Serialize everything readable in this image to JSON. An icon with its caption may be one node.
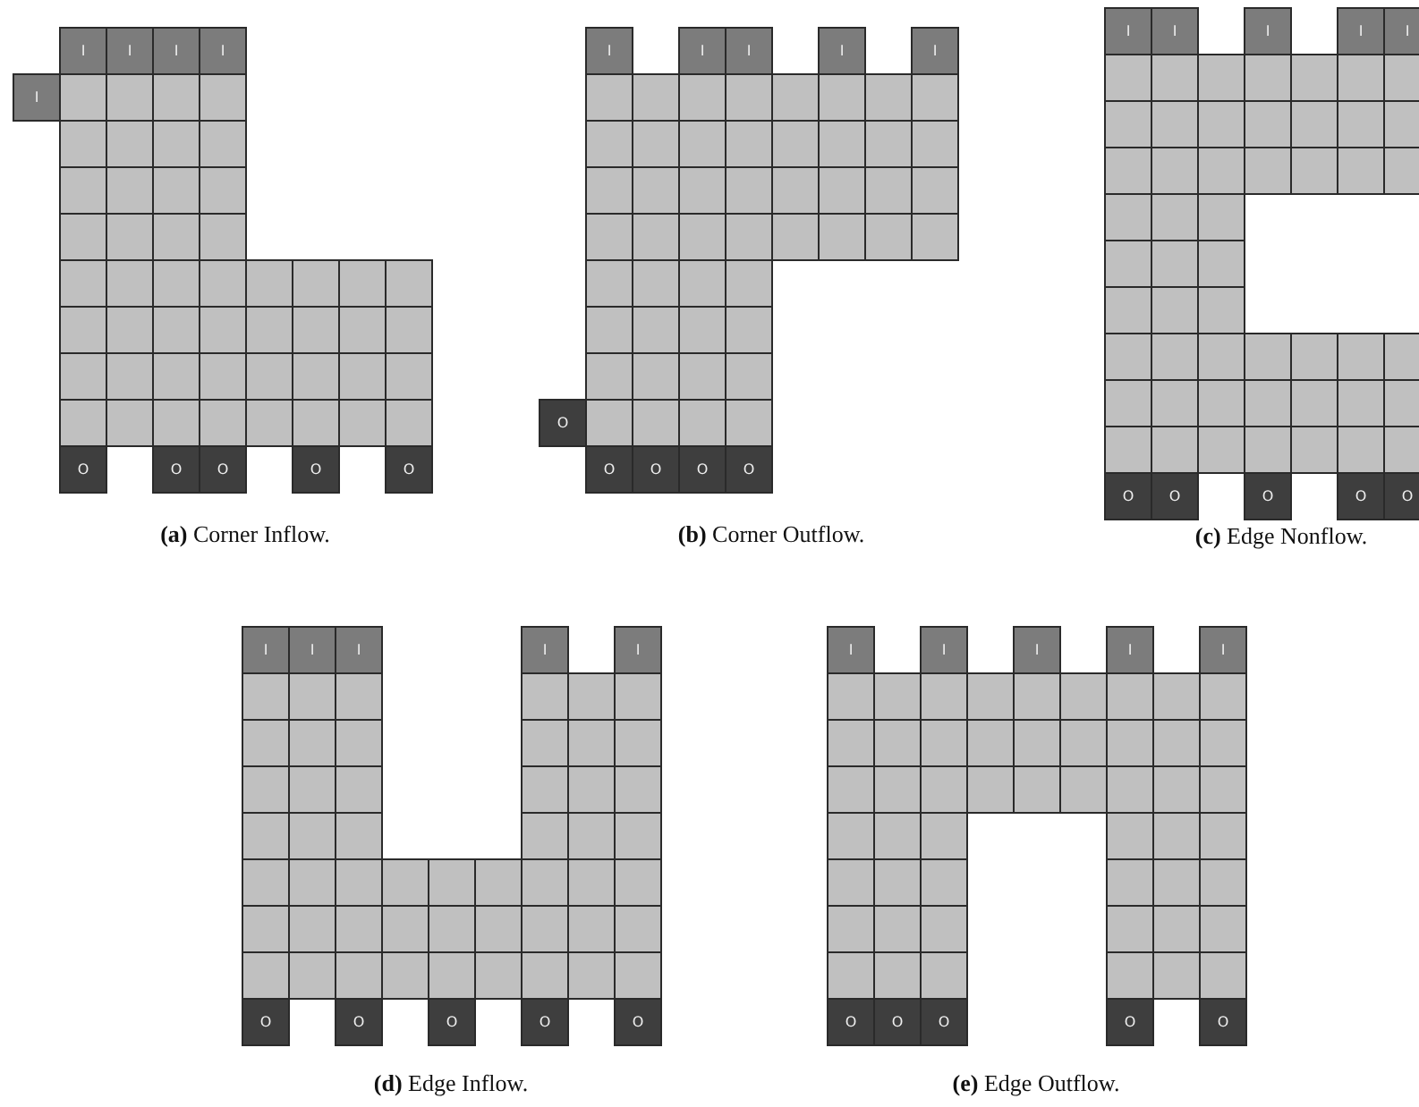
{
  "diagram": {
    "nodes": [
      {
        "text": [
          "I"
        ]
      },
      {
        "text": [
          "I"
        ]
      },
      {
        "text": [
          "I"
        ]
      },
      {
        "text": [
          "I"
        ]
      },
      {
        "text": [
          "I"
        ]
      },
      {
        "text": [],
        "shape": "box"
      },
      {
        "text": [],
        "shape": "box"
      },
      {
        "text": [],
        "shape": "box"
      },
      {
        "text": [],
        "shape": "box"
      },
      {
        "text": [],
        "shape": "box"
      },
      {
        "text": [],
        "shape": "box"
      },
      {
        "text": [],
        "shape": "box"
      },
      {
        "text": [],
        "shape": "box"
      },
      {
        "text": [],
        "shape": "box"
      },
      {
        "text": [],
        "shape": "box"
      },
      {
        "text": [],
        "shape": "box"
      },
      {
        "text": [],
        "shape": "box"
      },
      {
        "text": [],
        "shape": "box"
      },
      {
        "text": [],
        "shape": "box"
      },
      {
        "text": [],
        "shape": "box"
      },
      {
        "text": [],
        "shape": "box"
      },
      {
        "text": [],
        "shape": "box"
      },
      {
        "text": [],
        "shape": "box"
      },
      {
        "text": [],
        "shape": "box"
      },
      {
        "text": [],
        "shape": "box"
      },
      {
        "text": [],
        "shape": "box"
      },
      {
        "text": [],
        "shape": "box"
      },
      {
        "text": [],
        "shape": "box"
      },
      {
        "text": [],
        "shape": "box"
      },
      {
        "text": [],
        "shape": "box"
      },
      {
        "text": [],
        "shape": "box"
      },
      {
        "text": [],
        "shape": "box"
      },
      {
        "text": [],
        "shape": "box"
      },
      {
        "text": [],
        "shape": "box"
      },
      {
        "text": [],
        "shape": "box"
      },
      {
        "text": [],
        "shape": "box"
      },
      {
        "text": [],
        "shape": "box"
      },
      {
        "text": [],
        "shape": "box"
      },
      {
        "text": [],
        "shape": "box"
      },
      {
        "text": [],
        "shape": "box"
      },
      {
        "text": [],
        "shape": "box"
      },
      {
        "text": [],
        "shape": "box"
      },
      {
        "text": [],
        "shape": "box"
      },
      {
        "text": [],
        "shape": "box"
      },
      {
        "text": [],
        "shape": "box"
      },
      {
        "text": [],
        "shape": "box"
      },
      {
        "text": [],
        "shape": "box"
      },
      {
        "text": [],
        "shape": "box"
      },
      {
        "text": [],
        "shape": "box"
      },
      {
        "text": [],
        "shape": "box"
      },
      {
        "text": [],
        "shape": "box"
      },
      {
        "text": [],
        "shape": "box"
      },
      {
        "text": [],
        "shape": "box"
      },
      {
        "text": [
          "O"
        ]
      },
      {
        "text": [
          "O"
        ]
      },
      {
        "text": [
          "O"
        ]
      },
      {
        "text": [
          "O"
        ]
      },
      {
        "text": [
          "O"
        ]
      },
      {
        "text": [
          "I"
        ]
      },
      {
        "text": [
          "I"
        ]
      },
      {
        "text": [
          "I"
        ]
      },
      {
        "text": [
          "I"
        ]
      },
      {
        "text": [
          "I"
        ]
      },
      {
        "text": [],
        "shape": "box"
      },
      {
        "text": [],
        "shape": "box"
      },
      {
        "text": [],
        "shape": "box"
      },
      {
        "text": [],
        "shape": "box"
      },
      {
        "text": [],
        "shape": "box"
      },
      {
        "text": [],
        "shape": "box"
      },
      {
        "text": [],
        "shape": "box"
      },
      {
        "text": [],
        "shape": "box"
      },
      {
        "text": [],
        "shape": "box"
      },
      {
        "text": [],
        "shape": "box"
      },
      {
        "text": [],
        "shape": "box"
      },
      {
        "text": [],
        "shape": "box"
      },
      {
        "text": [],
        "shape": "box"
      },
      {
        "text": [],
        "shape": "box"
      },
      {
        "text": [],
        "shape": "box"
      },
      {
        "text": [],
        "shape": "box"
      },
      {
        "text": [],
        "shape": "box"
      },
      {
        "text": [],
        "shape": "box"
      },
      {
        "text": [],
        "shape": "box"
      },
      {
        "text": [],
        "shape": "box"
      },
      {
        "text": [],
        "shape": "box"
      },
      {
        "text": [],
        "shape": "box"
      },
      {
        "text": [],
        "shape": "box"
      },
      {
        "text": [],
        "shape": "box"
      },
      {
        "text": [],
        "shape": "box"
      },
      {
        "text": [],
        "shape": "box"
      },
      {
        "text": [],
        "shape": "box"
      },
      {
        "text": [],
        "shape": "box"
      },
      {
        "text": [],
        "shape": "box"
      },
      {
        "text": [],
        "shape": "box"
      },
      {
        "text": [],
        "shape": "box"
      },
      {
        "text": [],
        "shape": "box"
      },
      {
        "text": [],
        "shape": "box"
      },
      {
        "text": [],
        "shape": "box"
      },
      {
        "text": [],
        "shape": "box"
      },
      {
        "text": [],
        "shape": "box"
      },
      {
        "text": [],
        "shape": "box"
      },
      {
        "text": [],
        "shape": "box"
      },
      {
        "text": [],
        "shape": "box"
      },
      {
        "text": [],
        "shape": "box"
      },
      {
        "text": [],
        "shape": "box"
      },
      {
        "text": [],
        "shape": "box"
      },
      {
        "text": [],
        "shape": "box"
      },
      {
        "text": [],
        "shape": "box"
      },
      {
        "text": [
          "O"
        ]
      },
      {
        "text": [],
        "shape": "box"
      },
      {
        "text": [],
        "shape": "box"
      },
      {
        "text": [],
        "shape": "box"
      },
      {
        "text": [],
        "shape": "box"
      },
      {
        "text": [
          "O"
        ]
      },
      {
        "text": [
          "O"
        ]
      },
      {
        "text": [
          "O"
        ]
      },
      {
        "text": [
          "O"
        ]
      },
      {
        "text": [
          "I"
        ]
      },
      {
        "text": [
          "I"
        ]
      },
      {
        "text": [
          "I"
        ]
      },
      {
        "text": [
          "I"
        ]
      },
      {
        "text": [
          "I"
        ]
      },
      {
        "text": [],
        "shape": "box"
      },
      {
        "text": [],
        "shape": "box"
      },
      {
        "text": [],
        "shape": "box"
      },
      {
        "text": [],
        "shape": "box"
      },
      {
        "text": [],
        "shape": "box"
      },
      {
        "text": [],
        "shape": "box"
      },
      {
        "text": [],
        "shape": "box"
      },
      {
        "text": [],
        "shape": "box"
      },
      {
        "text": [],
        "shape": "box"
      },
      {
        "text": [],
        "shape": "box"
      },
      {
        "text": [],
        "shape": "box"
      },
      {
        "text": [],
        "shape": "box"
      },
      {
        "text": [],
        "shape": "box"
      },
      {
        "text": [],
        "shape": "box"
      },
      {
        "text": [],
        "shape": "box"
      },
      {
        "text": [],
        "shape": "box"
      },
      {
        "text": [],
        "shape": "box"
      },
      {
        "text": [],
        "shape": "box"
      },
      {
        "text": [],
        "shape": "box"
      },
      {
        "text": [],
        "shape": "box"
      },
      {
        "text": [],
        "shape": "box"
      },
      {
        "text": [],
        "shape": "box"
      },
      {
        "text": [],
        "shape": "box"
      },
      {
        "text": [],
        "shape": "box"
      },
      {
        "text": [],
        "shape": "box"
      },
      {
        "text": [],
        "shape": "box"
      },
      {
        "text": [],
        "shape": "box"
      },
      {
        "text": [],
        "shape": "box"
      },
      {
        "text": [],
        "shape": "box"
      },
      {
        "text": [],
        "shape": "box"
      },
      {
        "text": [],
        "shape": "box"
      },
      {
        "text": [],
        "shape": "box"
      },
      {
        "text": [],
        "shape": "box"
      },
      {
        "text": [],
        "shape": "box"
      },
      {
        "text": [],
        "shape": "box"
      },
      {
        "text": [],
        "shape": "box"
      },
      {
        "text": [],
        "shape": "box"
      },
      {
        "text": [],
        "shape": "box"
      },
      {
        "text": [],
        "shape": "box"
      },
      {
        "text": [],
        "shape": "box"
      },
      {
        "text": [],
        "shape": "box"
      },
      {
        "text": [],
        "shape": "box"
      },
      {
        "text": [],
        "shape": "box"
      },
      {
        "text": [],
        "shape": "box"
      },
      {
        "text": [],
        "shape": "box"
      },
      {
        "text": [],
        "shape": "box"
      },
      {
        "text": [],
        "shape": "box"
      },
      {
        "text": [],
        "shape": "box"
      },
      {
        "text": [],
        "shape": "box"
      },
      {
        "text": [],
        "shape": "box"
      },
      {
        "text": [],
        "shape": "box"
      },
      {
        "text": [
          "O"
        ]
      },
      {
        "text": [
          "O"
        ]
      },
      {
        "text": [
          "O"
        ]
      },
      {
        "text": [
          "O"
        ]
      },
      {
        "text": [
          "O"
        ]
      },
      {
        "text": [
          "I"
        ]
      },
      {
        "text": [
          "I"
        ]
      },
      {
        "text": [
          "I"
        ]
      },
      {
        "text": [
          "I"
        ]
      },
      {
        "text": [
          "I"
        ]
      },
      {
        "text": [],
        "shape": "box"
      },
      {
        "text": [],
        "shape": "box"
      },
      {
        "text": [],
        "shape": "box"
      },
      {
        "text": [],
        "shape": "box"
      },
      {
        "text": [],
        "shape": "box"
      },
      {
        "text": [],
        "shape": "box"
      },
      {
        "text": [],
        "shape": "box"
      },
      {
        "text": [],
        "shape": "box"
      },
      {
        "text": [],
        "shape": "box"
      },
      {
        "text": [],
        "shape": "box"
      },
      {
        "text": [],
        "shape": "box"
      },
      {
        "text": [],
        "shape": "box"
      },
      {
        "text": [],
        "shape": "box"
      },
      {
        "text": [],
        "shape": "box"
      },
      {
        "text": [],
        "shape": "box"
      },
      {
        "text": [],
        "shape": "box"
      },
      {
        "text": [],
        "shape": "box"
      },
      {
        "text": [],
        "shape": "box"
      },
      {
        "text": [],
        "shape": "box"
      },
      {
        "text": [],
        "shape": "box"
      },
      {
        "text": [],
        "shape": "box"
      },
      {
        "text": [],
        "shape": "box"
      },
      {
        "text": [],
        "shape": "box"
      },
      {
        "text": [],
        "shape": "box"
      },
      {
        "text": [],
        "shape": "box"
      },
      {
        "text": [],
        "shape": "box"
      },
      {
        "text": [],
        "shape": "box"
      },
      {
        "text": [],
        "shape": "box"
      },
      {
        "text": [],
        "shape": "box"
      },
      {
        "text": [],
        "shape": "box"
      },
      {
        "text": [],
        "shape": "box"
      },
      {
        "text": [],
        "shape": "box"
      },
      {
        "text": [],
        "shape": "box"
      },
      {
        "text": [],
        "shape": "box"
      },
      {
        "text": [],
        "shape": "box"
      },
      {
        "text": [],
        "shape": "box"
      },
      {
        "text": [],
        "shape": "box"
      },
      {
        "text": [],
        "shape": "box"
      },
      {
        "text": [],
        "shape": "box"
      },
      {
        "text": [],
        "shape": "box"
      },
      {
        "text": [],
        "shape": "box"
      },
      {
        "text": [],
        "shape": "box"
      },
      {
        "text": [],
        "shape": "box"
      },
      {
        "text": [],
        "shape": "box"
      },
      {
        "text": [],
        "shape": "box"
      },
      {
        "text": [],
        "shape": "box"
      },
      {
        "text": [],
        "shape": "box"
      },
      {
        "text": [],
        "shape": "box"
      },
      {
        "text": [],
        "shape": "box"
      },
      {
        "text": [],
        "shape": "box"
      },
      {
        "text": [],
        "shape": "box"
      },
      {
        "text": [
          "O"
        ]
      },
      {
        "text": [
          "O"
        ]
      },
      {
        "text": [
          "O"
        ]
      },
      {
        "text": [
          "O"
        ]
      },
      {
        "text": [
          "O"
        ]
      },
      {
        "text": [
          "I"
        ]
      },
      {
        "text": [
          "I"
        ]
      },
      {
        "text": [
          "I"
        ]
      },
      {
        "text": [
          "I"
        ]
      },
      {
        "text": [
          "I"
        ]
      },
      {
        "text": [],
        "shape": "box"
      },
      {
        "text": [],
        "shape": "box"
      },
      {
        "text": [],
        "shape": "box"
      },
      {
        "text": [],
        "shape": "box"
      },
      {
        "text": [],
        "shape": "box"
      },
      {
        "text": [],
        "shape": "box"
      },
      {
        "text": [],
        "shape": "box"
      },
      {
        "text": [],
        "shape": "box"
      },
      {
        "text": [],
        "shape": "box"
      },
      {
        "text": [],
        "shape": "box"
      },
      {
        "text": [],
        "shape": "box"
      },
      {
        "text": [],
        "shape": "box"
      },
      {
        "text": [],
        "shape": "box"
      },
      {
        "text": [],
        "shape": "box"
      },
      {
        "text": [],
        "shape": "box"
      },
      {
        "text": [],
        "shape": "box"
      },
      {
        "text": [],
        "shape": "box"
      },
      {
        "text": [],
        "shape": "box"
      },
      {
        "text": [],
        "shape": "box"
      },
      {
        "text": [],
        "shape": "box"
      },
      {
        "text": [],
        "shape": "box"
      },
      {
        "text": [],
        "shape": "box"
      },
      {
        "text": [],
        "shape": "box"
      },
      {
        "text": [],
        "shape": "box"
      },
      {
        "text": [],
        "shape": "box"
      },
      {
        "text": [],
        "shape": "box"
      },
      {
        "text": [],
        "shape": "box"
      },
      {
        "text": [],
        "shape": "box"
      },
      {
        "text": [],
        "shape": "box"
      },
      {
        "text": [],
        "shape": "box"
      },
      {
        "text": [],
        "shape": "box"
      },
      {
        "text": [],
        "shape": "box"
      },
      {
        "text": [],
        "shape": "box"
      },
      {
        "text": [],
        "shape": "box"
      },
      {
        "text": [],
        "shape": "box"
      },
      {
        "text": [],
        "shape": "box"
      },
      {
        "text": [],
        "shape": "box"
      },
      {
        "text": [],
        "shape": "box"
      },
      {
        "text": [],
        "shape": "box"
      },
      {
        "text": [],
        "shape": "box"
      },
      {
        "text": [],
        "shape": "box"
      },
      {
        "text": [],
        "shape": "box"
      },
      {
        "text": [],
        "shape": "box"
      },
      {
        "text": [],
        "shape": "box"
      },
      {
        "text": [],
        "shape": "box"
      },
      {
        "text": [],
        "shape": "box"
      },
      {
        "text": [],
        "shape": "box"
      },
      {
        "text": [],
        "shape": "box"
      },
      {
        "text": [],
        "shape": "box"
      },
      {
        "text": [],
        "shape": "box"
      },
      {
        "text": [],
        "shape": "box"
      },
      {
        "text": [
          "O"
        ]
      },
      {
        "text": [
          "O"
        ]
      },
      {
        "text": [
          "O"
        ]
      },
      {
        "text": [
          "O"
        ]
      },
      {
        "text": [
          "O"
        ]
      }
    ],
    "labels": [
      "**(a)** Corner Inflow.",
      "**(b)** Corner Outflow.",
      "**(c)** Edge Nonflow.",
      "**(d)** Edge Inflow.",
      "**(e)** Edge Outflow."
    ]
  }
}
